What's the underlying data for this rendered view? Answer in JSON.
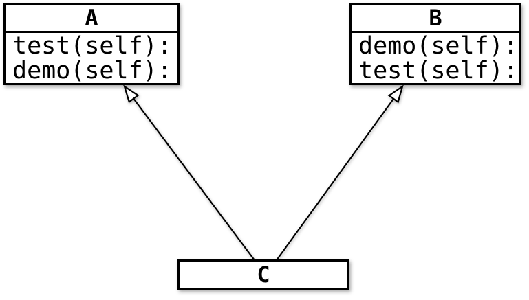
{
  "diagram": {
    "background": "#ffffff",
    "classes": {
      "a": {
        "title": "A",
        "methods": [
          "test(self):",
          "demo(self):"
        ]
      },
      "b": {
        "title": "B",
        "methods": [
          "demo(self):",
          "test(self):"
        ]
      },
      "c": {
        "title": "C",
        "methods": []
      }
    },
    "edges": [
      {
        "from": "C",
        "to": "A",
        "type": "inheritance",
        "arrowhead": "hollow-triangle"
      },
      {
        "from": "C",
        "to": "B",
        "type": "inheritance",
        "arrowhead": "hollow-triangle"
      }
    ],
    "colors": {
      "stroke": "#000000",
      "box_fill": "#ffffff",
      "text": "#000000"
    }
  }
}
